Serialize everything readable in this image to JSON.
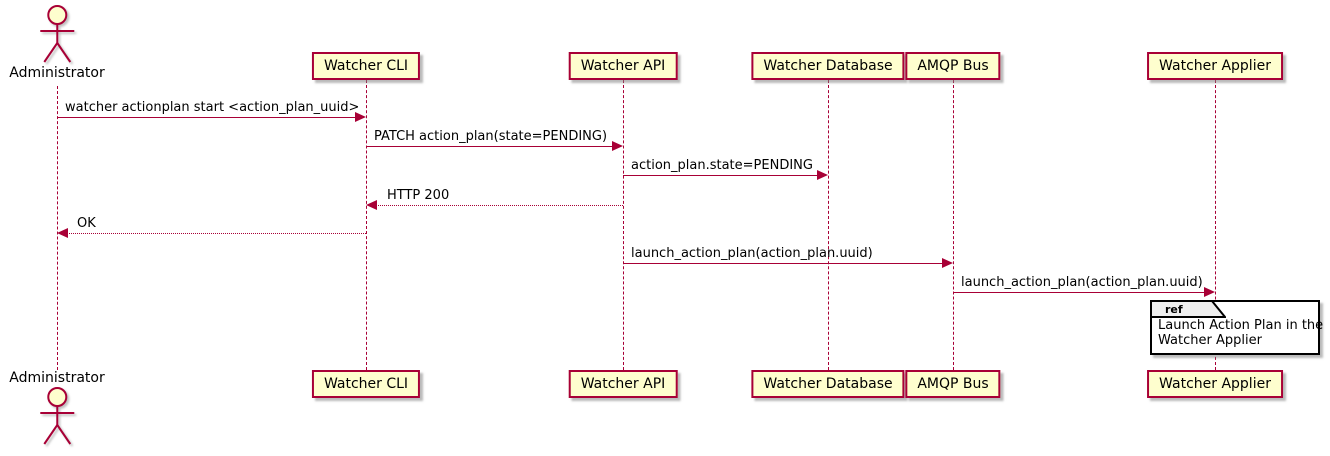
{
  "colors": {
    "participant_fill": "#FEFECE",
    "participant_border": "#A80036",
    "line_color": "#A80036",
    "text_color": "#000000",
    "ref_header_fill": "#EEEEEE",
    "ref_border": "#000000",
    "background": "#FFFFFF"
  },
  "diagram": {
    "type": "sequence",
    "actor": {
      "name": "Administrator"
    },
    "participants": [
      {
        "name": "Watcher CLI"
      },
      {
        "name": "Watcher API"
      },
      {
        "name": "Watcher Database"
      },
      {
        "name": "AMQP Bus"
      },
      {
        "name": "Watcher Applier"
      }
    ],
    "messages": [
      {
        "from": "Administrator",
        "to": "Watcher CLI",
        "label": "watcher actionplan start <action_plan_uuid>",
        "style": "solid",
        "direction": "right"
      },
      {
        "from": "Watcher CLI",
        "to": "Watcher API",
        "label": "PATCH action_plan(state=PENDING)",
        "style": "solid",
        "direction": "right"
      },
      {
        "from": "Watcher API",
        "to": "Watcher Database",
        "label": "action_plan.state=PENDING",
        "style": "solid",
        "direction": "right"
      },
      {
        "from": "Watcher API",
        "to": "Watcher CLI",
        "label": "HTTP 200",
        "style": "dotted",
        "direction": "left"
      },
      {
        "from": "Watcher CLI",
        "to": "Administrator",
        "label": "OK",
        "style": "dotted",
        "direction": "left"
      },
      {
        "from": "Watcher API",
        "to": "AMQP Bus",
        "label": "launch_action_plan(action_plan.uuid)",
        "style": "solid",
        "direction": "right"
      },
      {
        "from": "AMQP Bus",
        "to": "Watcher Applier",
        "label": "launch_action_plan(action_plan.uuid)",
        "style": "solid",
        "direction": "right"
      }
    ],
    "ref": {
      "keyword": "ref",
      "line1": "Launch Action Plan in the",
      "line2": "Watcher Applier"
    }
  }
}
